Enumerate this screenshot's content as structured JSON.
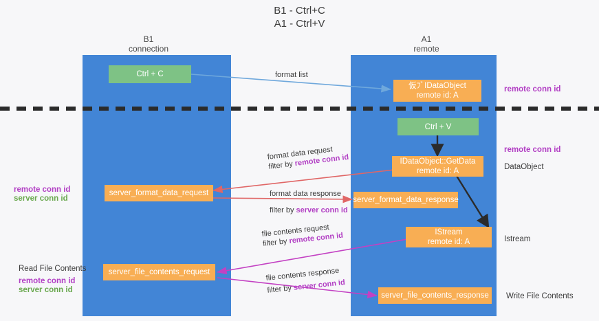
{
  "title": {
    "line1": "B1 - Ctrl+C",
    "line2": "A1 - Ctrl+V"
  },
  "lanes": [
    {
      "id": "b1",
      "head_line1": "B1",
      "head_line2": "connection",
      "color": "#4285d6"
    },
    {
      "id": "a1",
      "head_line1": "A1",
      "head_line2": "remote",
      "color": "#4285d6"
    }
  ],
  "nodes": {
    "ctrl_c": {
      "label": "Ctrl + C",
      "sub": "",
      "color": "#7ec285"
    },
    "idataobject_remote": {
      "label": "仮ﾌﾞIDataObject",
      "sub": "remote id: A",
      "color": "#f8ae54"
    },
    "ctrl_v": {
      "label": "Ctrl + V",
      "sub": "",
      "color": "#7ec285"
    },
    "getdata": {
      "label": "IDataObject::GetData",
      "sub": "remote id: A",
      "color": "#f8ae54"
    },
    "server_format_data_request": {
      "label": "server_format_data_request",
      "sub": "",
      "color": "#f8ae54"
    },
    "server_format_data_response": {
      "label": "server_format_data_response",
      "sub": "",
      "color": "#f8ae54"
    },
    "istream": {
      "label": "IStream",
      "sub": "remote id: A",
      "color": "#f8ae54"
    },
    "server_file_contents_request": {
      "label": "server_file_contents_request",
      "sub": "",
      "color": "#f8ae54"
    },
    "server_file_contents_response": {
      "label": "server_file_contents_response",
      "sub": "",
      "color": "#f8ae54"
    }
  },
  "edges": {
    "format_list": {
      "l1": "format list",
      "l2": "",
      "l2_hl": "",
      "color": "#6fa8dc"
    },
    "format_data_request": {
      "l1": "format data request",
      "l2_prefix": "filter by ",
      "l2_hl": "remote conn id",
      "color": "#e06666"
    },
    "format_data_response": {
      "l1": "format data response",
      "l2_prefix": "filter by ",
      "l2_hl": "server conn id",
      "color": "#e06666"
    },
    "file_contents_request": {
      "l1": "file contents request",
      "l2_prefix": "filter by ",
      "l2_hl": "remote conn id",
      "color": "#c341c3"
    },
    "file_contents_response": {
      "l1": "file contents response",
      "l2_prefix": "filter by ",
      "l2_hl": "server conn id",
      "color": "#c341c3"
    }
  },
  "side_labels": {
    "right_remote_conn_id_top": "remote conn id",
    "right_remote_conn_id_mid": "remote conn id",
    "right_dataobject": "DataObject",
    "right_istream": "Istream",
    "right_write_file_contents": "Write File Contents",
    "left_remote_conn_id_mid": "remote conn id",
    "left_server_conn_id_mid": "server conn id",
    "left_read_file_contents": "Read File Contents",
    "left_remote_conn_id_bot": "remote conn id",
    "left_server_conn_id_bot": "server conn id"
  },
  "colors": {
    "lane": "#4285d6",
    "green_box": "#7ec285",
    "orange_box": "#f8ae54",
    "purple_text": "#b23fc4",
    "green_text": "#6aa84f",
    "red_arrow": "#e06666",
    "magenta_arrow": "#c341c3",
    "blue_arrow": "#6fa8dc",
    "black_arrow": "#2b2b2b",
    "background": "#f7f7f9"
  }
}
